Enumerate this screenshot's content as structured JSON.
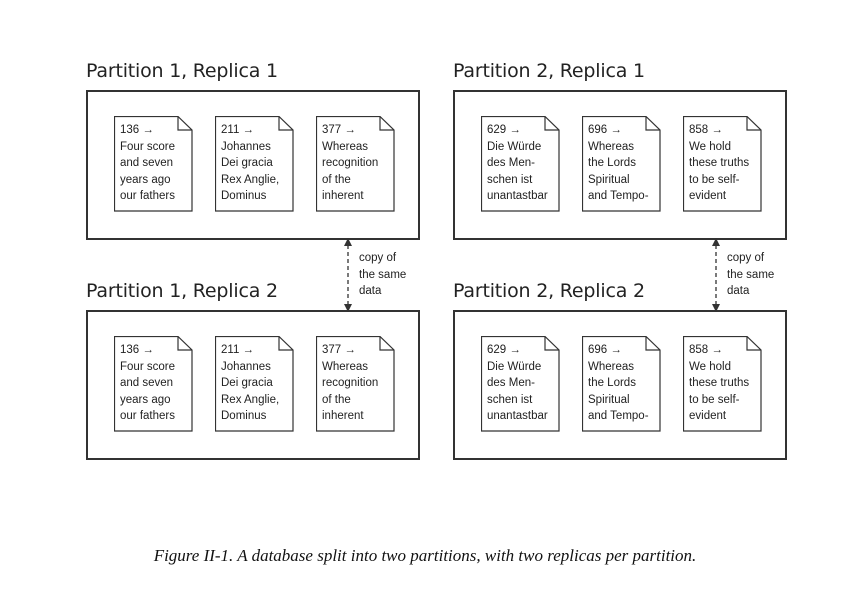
{
  "partitions": [
    {
      "title": "Partition 1, Replica 1",
      "docs": [
        {
          "key": "136",
          "lines": [
            "Four score",
            "and seven",
            "years ago",
            "our fathers"
          ]
        },
        {
          "key": "211",
          "lines": [
            "Johannes",
            "Dei gracia",
            "Rex Anglie,",
            "Dominus"
          ]
        },
        {
          "key": "377",
          "lines": [
            "Whereas",
            "recognition",
            "of the",
            "inherent"
          ]
        }
      ]
    },
    {
      "title": "Partition 2, Replica 1",
      "docs": [
        {
          "key": "629",
          "lines": [
            "Die Würde",
            "des Men-",
            "schen ist",
            "unantastbar"
          ]
        },
        {
          "key": "696",
          "lines": [
            "Whereas",
            "the Lords",
            "Spiritual",
            "and Tempo-"
          ]
        },
        {
          "key": "858",
          "lines": [
            "We hold",
            "these truths",
            "to be self-",
            "evident"
          ]
        }
      ]
    },
    {
      "title": "Partition 1, Replica 2",
      "docs": [
        {
          "key": "136",
          "lines": [
            "Four score",
            "and seven",
            "years ago",
            "our fathers"
          ]
        },
        {
          "key": "211",
          "lines": [
            "Johannes",
            "Dei gracia",
            "Rex Anglie,",
            "Dominus"
          ]
        },
        {
          "key": "377",
          "lines": [
            "Whereas",
            "recognition",
            "of the",
            "inherent"
          ]
        }
      ]
    },
    {
      "title": "Partition 2, Replica 2",
      "docs": [
        {
          "key": "629",
          "lines": [
            "Die Würde",
            "des Men-",
            "schen ist",
            "unantastbar"
          ]
        },
        {
          "key": "696",
          "lines": [
            "Whereas",
            "the Lords",
            "Spiritual",
            "and Tempo-"
          ]
        },
        {
          "key": "858",
          "lines": [
            "We hold",
            "these truths",
            "to be self-",
            "evident"
          ]
        }
      ]
    }
  ],
  "arrow_symbol": "→",
  "replication_label": [
    "copy of",
    "the same",
    "data"
  ],
  "caption": "Figure II-1. A database split into two partitions, with two replicas per partition."
}
